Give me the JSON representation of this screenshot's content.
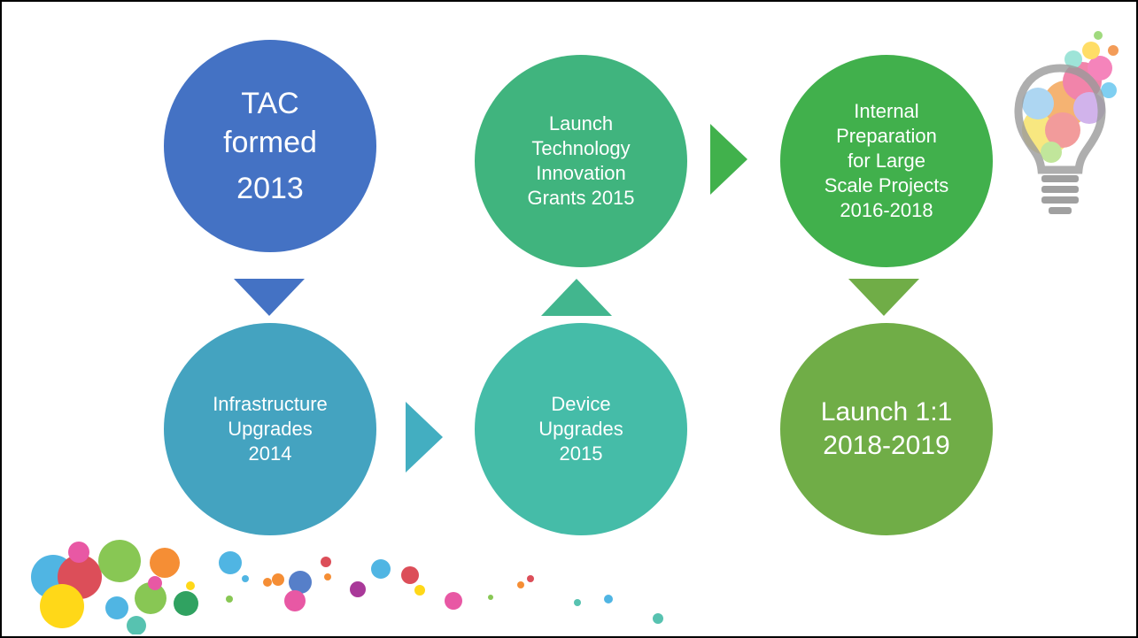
{
  "diagram": {
    "nodes": [
      {
        "id": "tac",
        "lines": [
          "TAC",
          "formed",
          "2013"
        ],
        "color": "#4472c4"
      },
      {
        "id": "grants",
        "lines": [
          "Launch",
          "Technology",
          "Innovation",
          "Grants 2015"
        ],
        "color": "#40b47e"
      },
      {
        "id": "internal",
        "lines": [
          "Internal",
          "Preparation",
          "for Large",
          "Scale Projects",
          "2016-2018"
        ],
        "color": "#41b04c"
      },
      {
        "id": "infra",
        "lines": [
          "Infrastructure",
          "Upgrades",
          "2014"
        ],
        "color": "#44a3c0"
      },
      {
        "id": "device",
        "lines": [
          "Device",
          "Upgrades",
          "2015"
        ],
        "color": "#45bca8"
      },
      {
        "id": "oneone",
        "lines": [
          "Launch 1:1",
          "2018-2019"
        ],
        "color": "#70ad47"
      }
    ],
    "flow": [
      "tac",
      "infra",
      "device",
      "grants",
      "internal",
      "oneone"
    ]
  },
  "decor": {
    "lightbulb_icon": "lightbulb-icon",
    "dots_decoration": "colorful-dots-decoration"
  }
}
